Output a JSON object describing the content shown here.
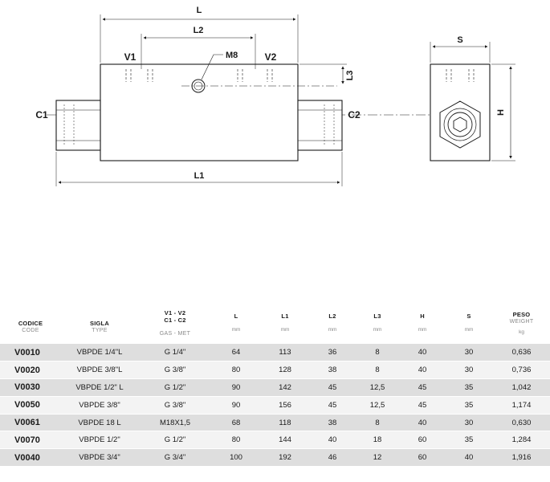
{
  "drawing": {
    "labels": {
      "L": "L",
      "L2": "L2",
      "V1": "V1",
      "V2": "V2",
      "M8": "M8",
      "L3": "L3",
      "C1": "C1",
      "C2": "C2",
      "L1": "L1",
      "S": "S",
      "H": "H"
    }
  },
  "table": {
    "headers": [
      {
        "main": "CODICE",
        "sub": "CODE",
        "unit": ""
      },
      {
        "main": "SIGLA",
        "sub": "TYPE",
        "unit": ""
      },
      {
        "main": "V1 - V2",
        "main2": "C1 - C2",
        "sub": "GAS - MET",
        "unit": ""
      },
      {
        "main": "L",
        "sub": "",
        "unit": "mm"
      },
      {
        "main": "L1",
        "sub": "",
        "unit": "mm"
      },
      {
        "main": "L2",
        "sub": "",
        "unit": "mm"
      },
      {
        "main": "L3",
        "sub": "",
        "unit": "mm"
      },
      {
        "main": "H",
        "sub": "",
        "unit": "mm"
      },
      {
        "main": "S",
        "sub": "",
        "unit": "mm"
      },
      {
        "main": "PESO",
        "sub": "WEIGHT",
        "unit": "kg"
      }
    ],
    "rows": [
      [
        "V0010",
        "VBPDE 1/4\"L",
        "G 1/4\"",
        "64",
        "113",
        "36",
        "8",
        "40",
        "30",
        "0,636"
      ],
      [
        "V0020",
        "VBPDE 3/8\"L",
        "G 3/8\"",
        "80",
        "128",
        "38",
        "8",
        "40",
        "30",
        "0,736"
      ],
      [
        "V0030",
        "VBPDE 1/2\" L",
        "G 1/2\"",
        "90",
        "142",
        "45",
        "12,5",
        "45",
        "35",
        "1,042"
      ],
      [
        "V0050",
        "VBPDE 3/8\"",
        "G 3/8\"",
        "90",
        "156",
        "45",
        "12,5",
        "45",
        "35",
        "1,174"
      ],
      [
        "V0061",
        "VBPDE 18 L",
        "M18X1,5",
        "68",
        "118",
        "38",
        "8",
        "40",
        "30",
        "0,630"
      ],
      [
        "V0070",
        "VBPDE 1/2\"",
        "G 1/2\"",
        "80",
        "144",
        "40",
        "18",
        "60",
        "35",
        "1,284"
      ],
      [
        "V0040",
        "VBPDE 3/4\"",
        "G 3/4\"",
        "100",
        "192",
        "46",
        "12",
        "60",
        "40",
        "1,916"
      ]
    ]
  }
}
